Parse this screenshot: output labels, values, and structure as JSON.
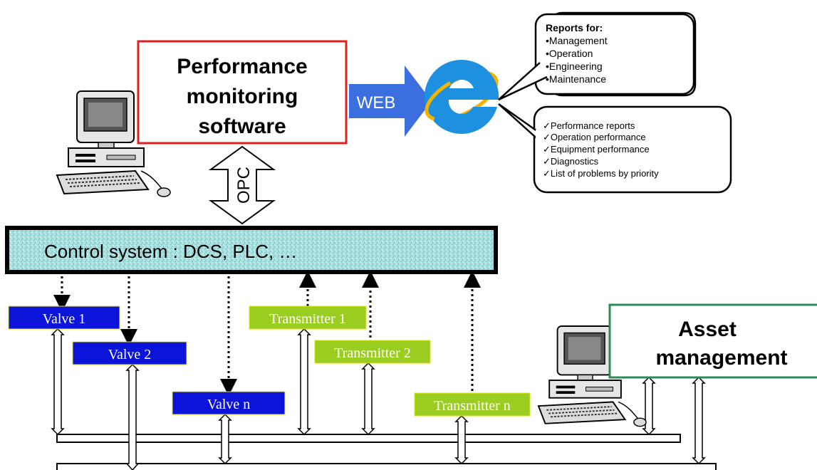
{
  "monitoring": {
    "line1": "Performance",
    "line2": "monitoring",
    "line3": "software"
  },
  "web_label": "WEB",
  "opc_label": "OPC",
  "reports": {
    "title": "Reports for:",
    "items": [
      "Management",
      "Operation",
      "Engineering",
      "Maintenance"
    ]
  },
  "capabilities": [
    "Performance reports",
    "Operation performance",
    "Equipment performance",
    "Diagnostics",
    "List of problems by priority"
  ],
  "control_system": "Control system : DCS, PLC, …",
  "valves": [
    "Valve 1",
    "Valve 2",
    "Valve n"
  ],
  "transmitters": [
    "Transmitter 1",
    "Transmitter 2",
    "Transmitter n"
  ],
  "asset": {
    "line1": "Asset",
    "line2": "management"
  },
  "colors": {
    "monitoring_border": "#e0201f",
    "web_arrow": "#3b6fe0",
    "control_fill": "#a8dede",
    "valve_fill": "#0b14d8",
    "transmitter_fill": "#9acd20",
    "asset_border": "#2e8b57"
  },
  "icons": {
    "browser": "internet-explorer-icon",
    "computer": "desktop-computer-icon"
  }
}
